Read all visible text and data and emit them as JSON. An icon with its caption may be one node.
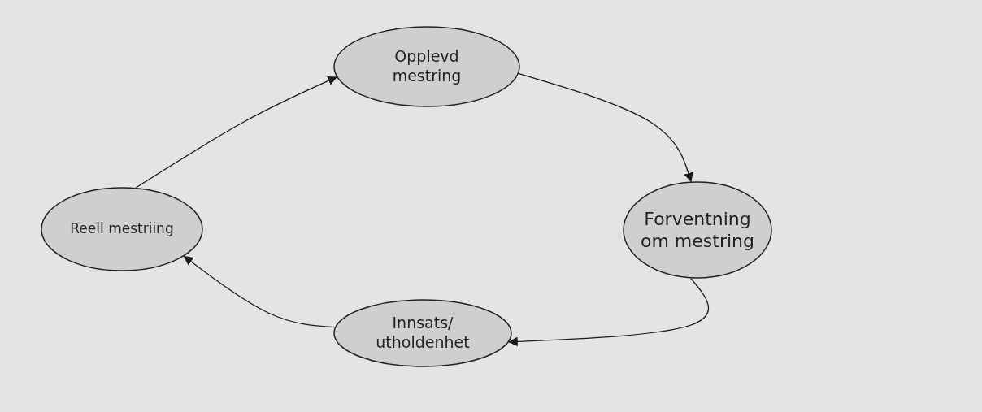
{
  "diagram": {
    "nodes": [
      {
        "text": [
          "Opplevd mestring"
        ]
      },
      {
        "text": [
          "Forventning om mestring"
        ]
      },
      {
        "text": [
          "Innsats/ utholdenhet"
        ]
      },
      {
        "text": [
          "Reell mestriing"
        ]
      }
    ],
    "edges": [
      {
        "from": 0,
        "to": 1,
        "arrow": "to"
      },
      {
        "from": 1,
        "to": 2,
        "arrow": "to"
      },
      {
        "from": 2,
        "to": 3,
        "arrow": "to"
      },
      {
        "from": 3,
        "to": 0,
        "arrow": "to"
      }
    ]
  }
}
